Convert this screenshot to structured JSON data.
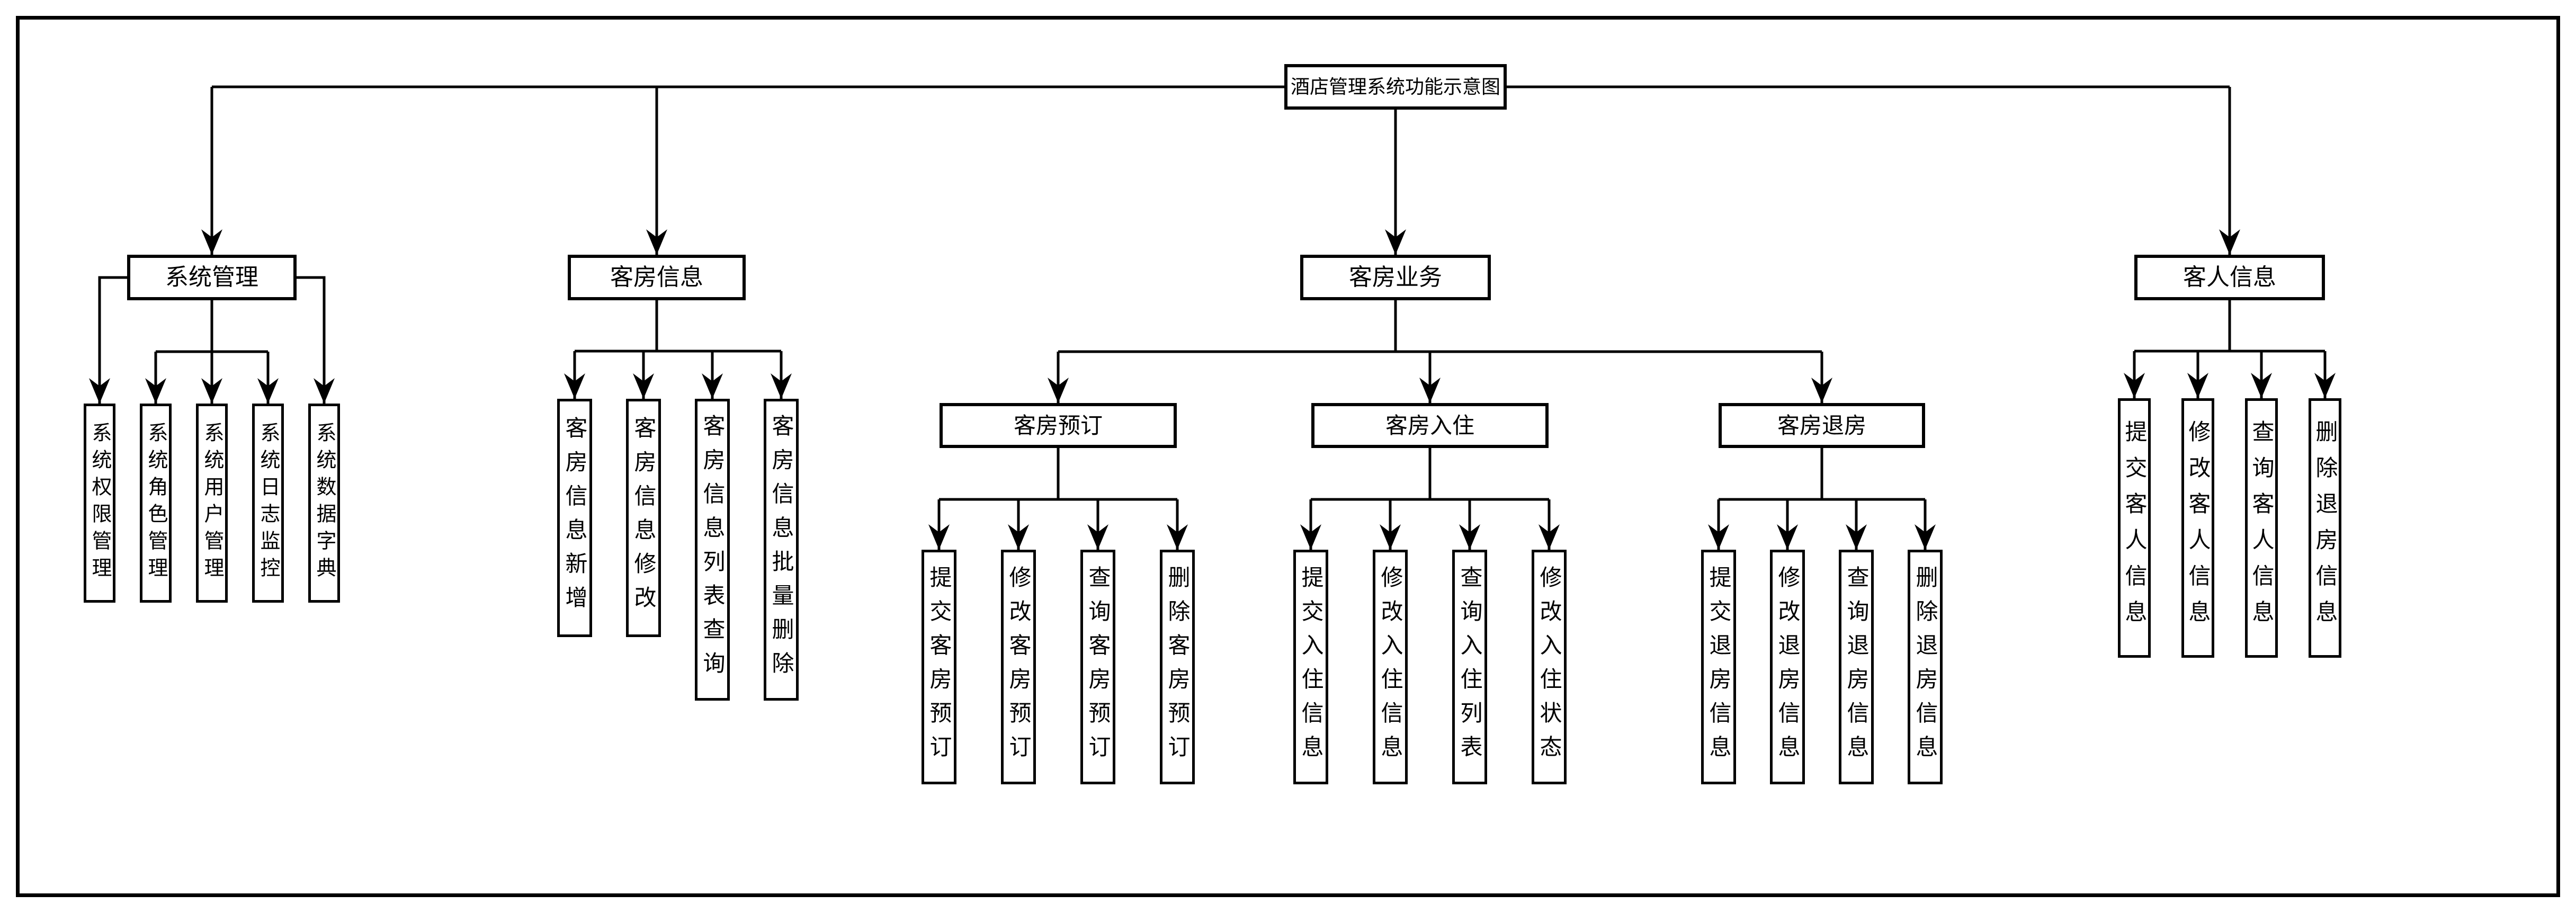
{
  "figure": {
    "kind": "function-structure-diagram",
    "colors": {
      "line": "#000000",
      "box_border": "#000000",
      "box_bg": "#ffffff",
      "text": "#000000"
    }
  },
  "tree": {
    "root": {
      "label": "酒店管理系统功能示意图"
    },
    "branches": [
      {
        "label": "系统管理",
        "children": [
          "系统权限管理",
          "系统角色管理",
          "系统用户管理",
          "系统日志监控",
          "系统数据字典"
        ]
      },
      {
        "label": "客房信息",
        "children": [
          "客房信息新增",
          "客房信息修改",
          "客房信息列表查询",
          "客房信息批量删除"
        ]
      },
      {
        "label": "客房业务",
        "groups": [
          {
            "label": "客房预订",
            "children": [
              "提交客房预订",
              "修改客房预订",
              "查询客房预订",
              "删除客房预订"
            ]
          },
          {
            "label": "客房入住",
            "children": [
              "提交入住信息",
              "修改入住信息",
              "查询入住列表",
              "修改入住状态"
            ]
          },
          {
            "label": "客房退房",
            "children": [
              "提交退房信息",
              "修改退房信息",
              "查询退房信息",
              "删除退房信息"
            ]
          }
        ]
      },
      {
        "label": "客人信息",
        "children": [
          "提交客人信息",
          "修改客人信息",
          "查询客人信息",
          "删除退房信息"
        ]
      }
    ]
  }
}
